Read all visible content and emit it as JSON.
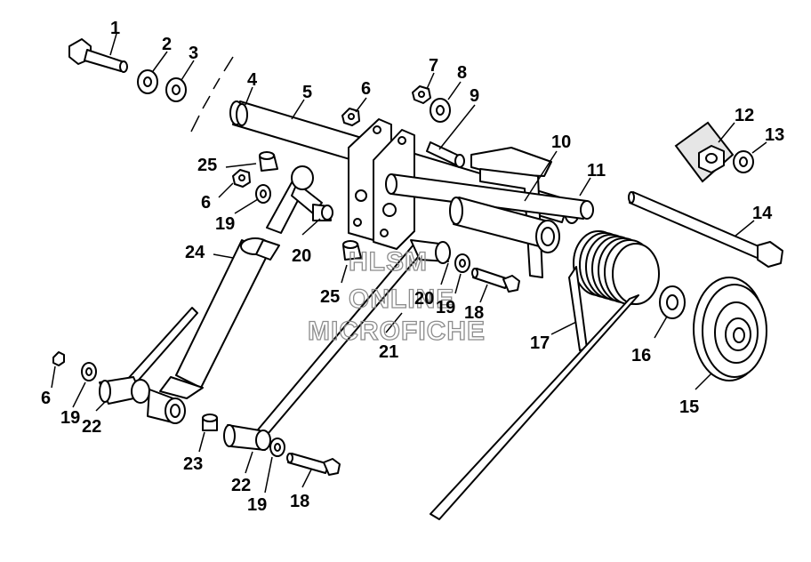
{
  "watermark": {
    "line1": "HLSM",
    "line2": "ONLINE",
    "line3": "MICROFICHE"
  },
  "callouts": {
    "c1": "1",
    "c2": "2",
    "c3": "3",
    "c4": "4",
    "c5": "5",
    "c6a": "6",
    "c6b": "6",
    "c6c": "6",
    "c7": "7",
    "c8": "8",
    "c9": "9",
    "c10": "10",
    "c11": "11",
    "c12": "12",
    "c13": "13",
    "c14": "14",
    "c15": "15",
    "c16": "16",
    "c17": "17",
    "c18a": "18",
    "c18b": "18",
    "c19a": "19",
    "c19b": "19",
    "c19c": "19",
    "c19d": "19",
    "c20a": "20",
    "c20b": "20",
    "c21": "21",
    "c22a": "22",
    "c22b": "22",
    "c23": "23",
    "c24": "24",
    "c25a": "25",
    "c25b": "25"
  }
}
